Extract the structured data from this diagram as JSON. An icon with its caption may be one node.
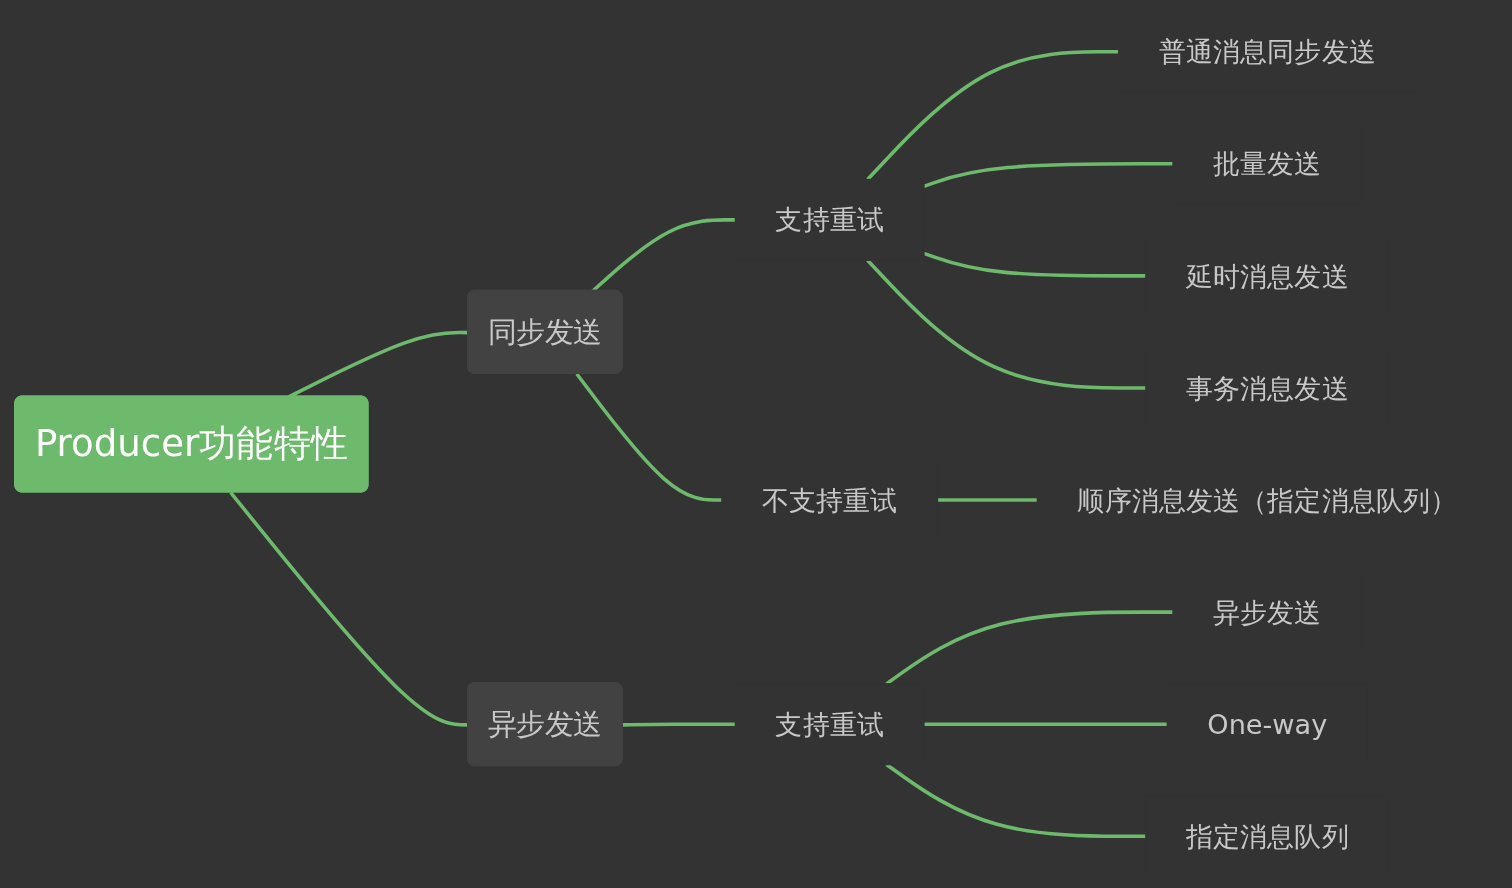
{
  "diagram": {
    "nodes": [
      {
        "text": [
          "Producer功能特性"
        ]
      },
      {
        "text": [
          "同步发送"
        ]
      },
      {
        "text": [
          "支持重试"
        ]
      },
      {
        "text": [
          "普通消息同步发送"
        ]
      },
      {
        "text": [
          "批量发送"
        ]
      },
      {
        "text": [
          "延时消息发送"
        ]
      },
      {
        "text": [
          "事务消息发送"
        ]
      },
      {
        "text": [
          "不支持重试"
        ]
      },
      {
        "text": [
          "顺序消息发送（指定消息队列）"
        ]
      },
      {
        "text": [
          "异步发送"
        ]
      },
      {
        "text": [
          "支持重试"
        ]
      },
      {
        "text": [
          "异步发送"
        ]
      },
      {
        "text": [
          "One-way"
        ]
      },
      {
        "text": [
          "指定消息队列"
        ]
      }
    ],
    "edges": [
      {
        "from": 0,
        "to": 1,
        "arrow": "none"
      },
      {
        "from": 1,
        "to": 2,
        "arrow": "none"
      },
      {
        "from": 2,
        "to": 3,
        "arrow": "none"
      },
      {
        "from": 2,
        "to": 4,
        "arrow": "none"
      },
      {
        "from": 2,
        "to": 5,
        "arrow": "none"
      },
      {
        "from": 2,
        "to": 6,
        "arrow": "none"
      },
      {
        "from": 1,
        "to": 7,
        "arrow": "none"
      },
      {
        "from": 7,
        "to": 8,
        "arrow": "none"
      },
      {
        "from": 0,
        "to": 9,
        "arrow": "none"
      },
      {
        "from": 9,
        "to": 10,
        "arrow": "none"
      },
      {
        "from": 10,
        "to": 11,
        "arrow": "none"
      },
      {
        "from": 10,
        "to": 12,
        "arrow": "none"
      },
      {
        "from": 10,
        "to": 13,
        "arrow": "none"
      }
    ]
  }
}
